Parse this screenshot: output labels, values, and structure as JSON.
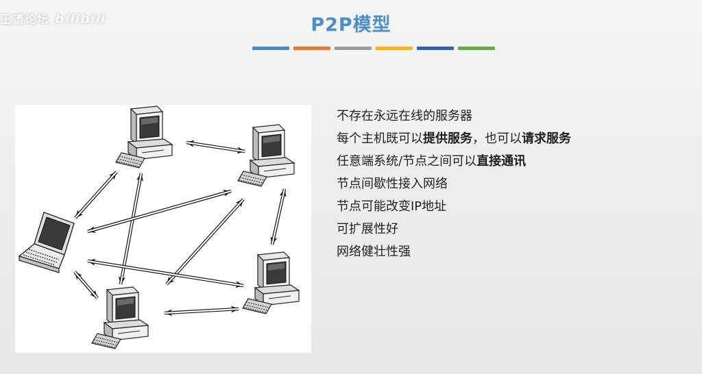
{
  "header": {
    "watermark_text": "王道论坛",
    "watermark_sub": "bilibili",
    "title": "P2P模型"
  },
  "title_bar_colors": [
    "#4f86c6",
    "#e07b39",
    "#9a9a9a",
    "#f2b52a",
    "#3a5fa8",
    "#6aa84f"
  ],
  "diagram": {
    "icons": [
      "desktop-computer-icon",
      "laptop-computer-icon",
      "bidirectional-arrow-icon"
    ]
  },
  "bullets": [
    {
      "parts": [
        {
          "text": "不存在永远在线的服务器",
          "bold": false
        }
      ]
    },
    {
      "parts": [
        {
          "text": "每个主机既可以",
          "bold": false
        },
        {
          "text": "提供服务",
          "bold": true
        },
        {
          "text": "，也可以",
          "bold": false
        },
        {
          "text": "请求服务",
          "bold": true
        }
      ]
    },
    {
      "parts": [
        {
          "text": "任意端系统/节点之间可以",
          "bold": false
        },
        {
          "text": "直接通讯",
          "bold": true
        }
      ]
    },
    {
      "parts": [
        {
          "text": "节点间歇性接入网络",
          "bold": false
        }
      ]
    },
    {
      "parts": [
        {
          "text": "节点可能改变IP地址",
          "bold": false
        }
      ]
    },
    {
      "parts": [
        {
          "text": "可扩展性好",
          "bold": false
        }
      ]
    },
    {
      "parts": [
        {
          "text": "网络健壮性强",
          "bold": false
        }
      ]
    }
  ]
}
